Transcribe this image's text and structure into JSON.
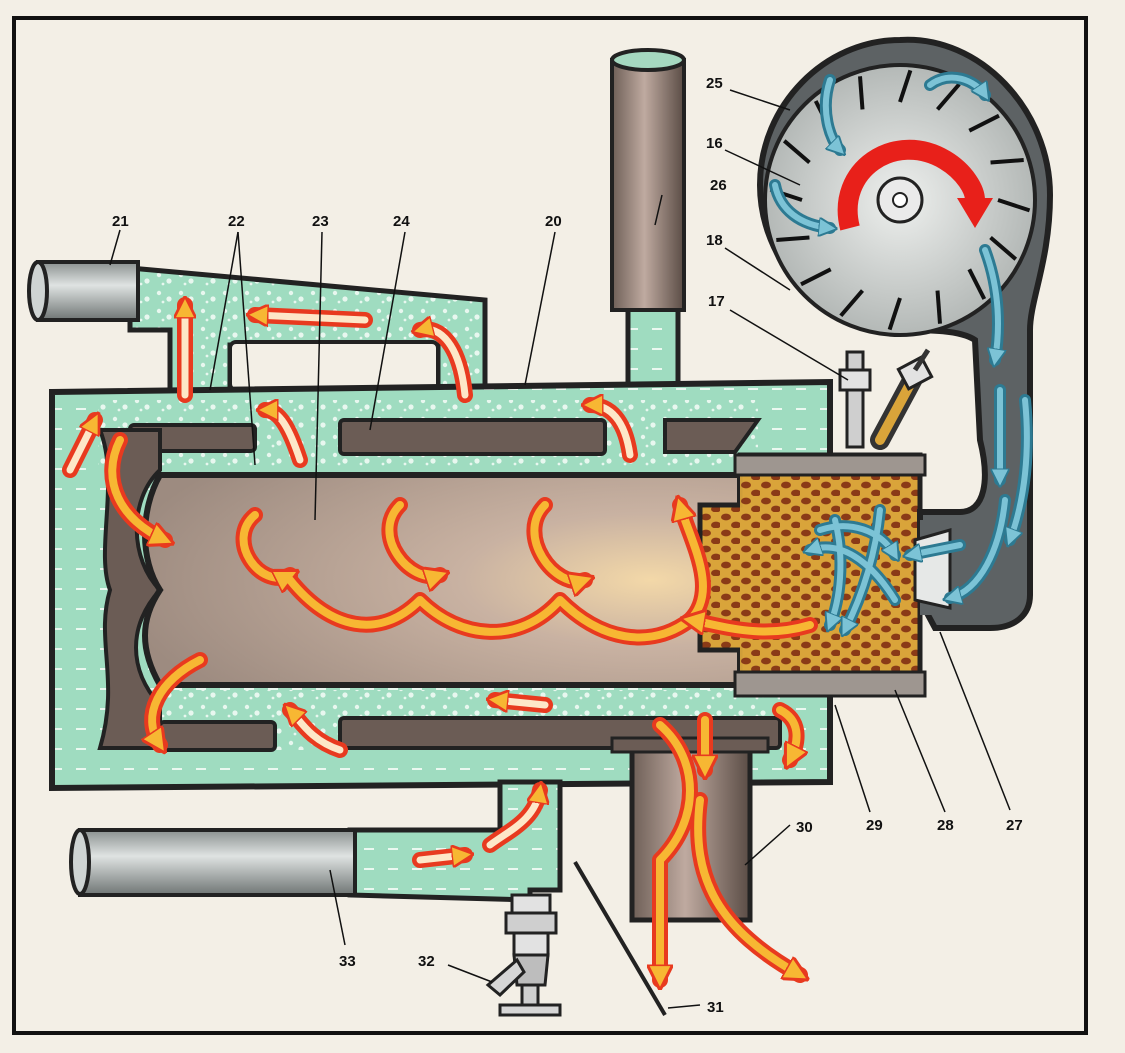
{
  "colors": {
    "background": "#f3efe6",
    "frame": "#111111",
    "coolant": "#9fdcc0",
    "metal_dark": "#4a4a4a",
    "chamber": "#b8a69a",
    "hot_gas": "#f7b733",
    "hot_gas_edge": "#e83a1f",
    "air_flow": "#7cc3d6",
    "fan_housing": "#5d6264",
    "fan_disc": "#c9ccc8",
    "rotation": "#e8201a",
    "burner": "#d9a43a",
    "pipe": "#b4b9b8"
  },
  "labels": {
    "l16": "16",
    "l17": "17",
    "l18": "18",
    "l20": "20",
    "l21": "21",
    "l22": "22",
    "l23": "23",
    "l24": "24",
    "l25": "25",
    "l26": "26",
    "l27": "27",
    "l28": "28",
    "l29": "29",
    "l30": "30",
    "l31": "31",
    "l32": "32",
    "l33": "33"
  },
  "icons": {
    "fan_rotation": "clockwise-arrow-icon",
    "flow": "flow-arrow-icon"
  }
}
